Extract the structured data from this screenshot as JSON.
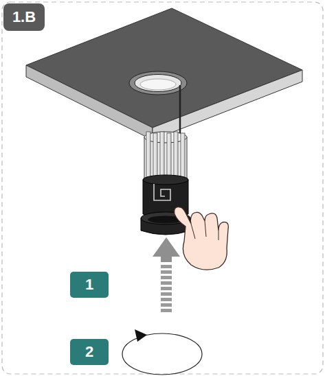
{
  "diagram": {
    "nodes": [
      {
        "text": [
          "1.B"
        ]
      },
      {
        "text": [
          "1"
        ]
      },
      {
        "text": [
          "2"
        ]
      }
    ]
  }
}
